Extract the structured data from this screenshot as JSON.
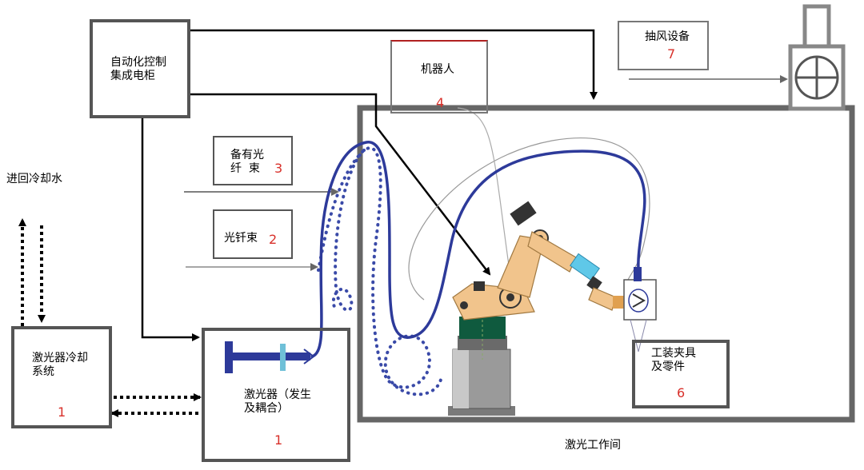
{
  "labels": {
    "control_cabinet": "自动化控制\n集成电柜",
    "cooling_water": "进回冷却水",
    "laser_cooling": "激光器冷却\n系统",
    "laser_cooling_num": "1",
    "laser_source": "激光器（发生\n及耦合）",
    "laser_source_num": "1",
    "spare_fiber": "备有光\n纤  束",
    "spare_fiber_num": "3",
    "fiber_bundle": "光钎束",
    "fiber_bundle_num": "2",
    "robot": "机器人",
    "robot_num": "4",
    "exhaust": "抽风设备",
    "exhaust_num": "7",
    "fixture": "工装夹具\n及零件",
    "fixture_num": "6",
    "workroom": "激光工作间"
  },
  "colors": {
    "fiber_blue": "#2d3a9a",
    "robot_arm": "#f1c48c",
    "robot_base_green": "#0f5a3e",
    "box_border": "#555555",
    "number_red": "#d8302a"
  }
}
